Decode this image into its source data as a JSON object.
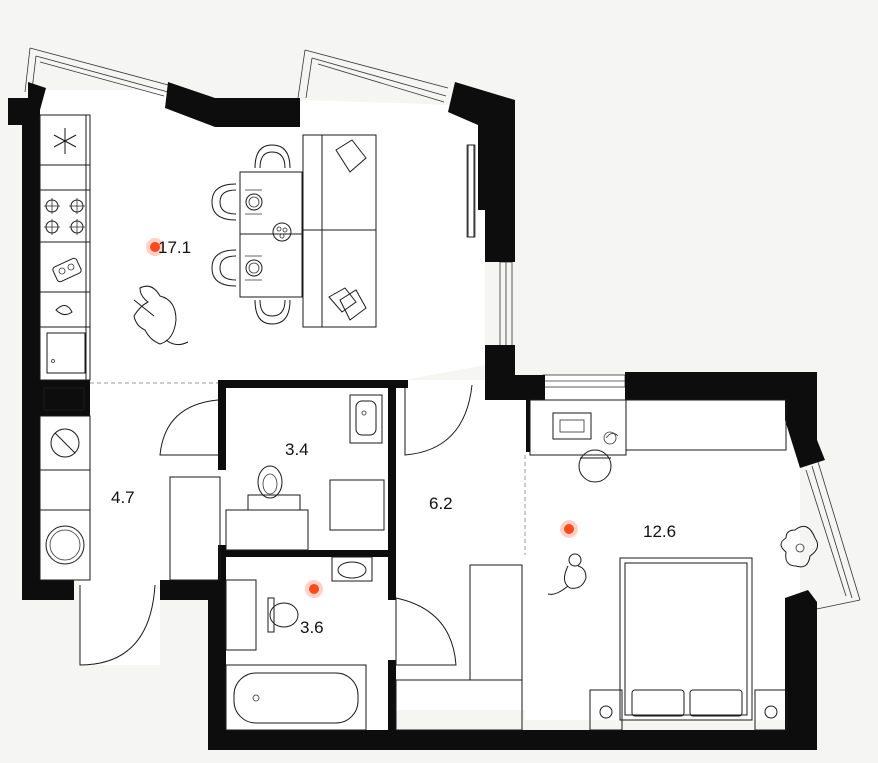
{
  "rooms": [
    {
      "id": "living-kitchen",
      "label": "17.1"
    },
    {
      "id": "hall",
      "label": "4.7"
    },
    {
      "id": "wc",
      "label": "3.4"
    },
    {
      "id": "corridor",
      "label": "6.2"
    },
    {
      "id": "bedroom",
      "label": "12.6"
    },
    {
      "id": "bathroom",
      "label": "3.6"
    }
  ],
  "colors": {
    "walls": "#0d0d0d",
    "floor": "#ffffff",
    "background": "#f5f5f3",
    "marker": "#ff4a1c"
  },
  "markers": [
    "living-kitchen",
    "bedroom",
    "bathroom"
  ]
}
